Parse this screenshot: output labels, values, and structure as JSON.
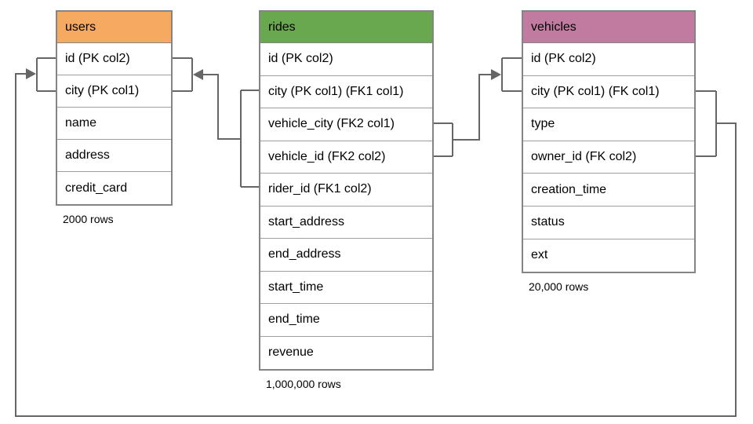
{
  "colors": {
    "users_header": "#F6A960",
    "rides_header": "#6AA84F",
    "vehicles_header": "#C27BA0",
    "connector": "#666666"
  },
  "tables": [
    {
      "name": "users",
      "rows_label": "2000 rows",
      "columns": [
        "id (PK col2)",
        "city (PK col1)",
        "name",
        "address",
        "credit_card"
      ]
    },
    {
      "name": "rides",
      "rows_label": "1,000,000 rows",
      "columns": [
        "id (PK col2)",
        "city (PK col1) (FK1 col1)",
        "vehicle_city (FK2 col1)",
        "vehicle_id (FK2 col2)",
        "rider_id (FK1 col2)",
        "start_address",
        "end_address",
        "start_time",
        "end_time",
        "revenue"
      ]
    },
    {
      "name": "vehicles",
      "rows_label": "20,000 rows",
      "columns": [
        "id (PK col2)",
        "city (PK col1) (FK col1)",
        "type",
        "owner_id (FK col2)",
        "creation_time",
        "status",
        "ext"
      ]
    }
  ],
  "relationships": [
    {
      "name": "FK1",
      "from_table": "rides",
      "from_columns": [
        "city",
        "rider_id"
      ],
      "to_table": "users",
      "to_columns": [
        "id",
        "city"
      ]
    },
    {
      "name": "FK2",
      "from_table": "rides",
      "from_columns": [
        "vehicle_city",
        "vehicle_id"
      ],
      "to_table": "vehicles",
      "to_columns": [
        "id",
        "city"
      ]
    },
    {
      "name": "FK",
      "from_table": "vehicles",
      "from_columns": [
        "city",
        "owner_id"
      ],
      "to_table": "users",
      "to_columns": [
        "id",
        "city"
      ]
    }
  ]
}
